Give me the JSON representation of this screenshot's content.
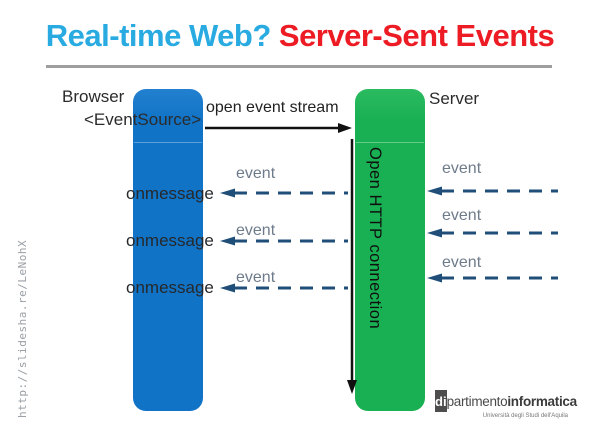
{
  "slide": {
    "title": {
      "part1": "Real-time Web?",
      "part2": " Server-Sent Events"
    },
    "colors": {
      "title_part1": "#29abe2",
      "title_part2": "#ed1c24",
      "browser_column": "#1173c6",
      "server_column": "#18b052",
      "dashed_arrow": "#1f4e79",
      "solid_arrow": "#111111",
      "divider": "#9e9e9e"
    },
    "watermark_url": "http://slidesha.re/LeNohX",
    "diagram": {
      "browser_label": "Browser",
      "eventsource_label": "<EventSource>",
      "server_label": "Server",
      "open_stream_label": "open event stream",
      "connection_label": "Open HTTP connection",
      "left_rows": [
        {
          "handler_label": "onmessage",
          "event_label": "event"
        },
        {
          "handler_label": "onmessage",
          "event_label": "event"
        },
        {
          "handler_label": "onmessage",
          "event_label": "event"
        }
      ],
      "right_rows": [
        {
          "event_label": "event"
        },
        {
          "event_label": "event"
        },
        {
          "event_label": "event"
        }
      ]
    },
    "logo": {
      "prefix": "di",
      "name_regular": "partimento",
      "name_bold": "informatica",
      "subtitle": "Università degli Studi dell'Aquila"
    }
  }
}
